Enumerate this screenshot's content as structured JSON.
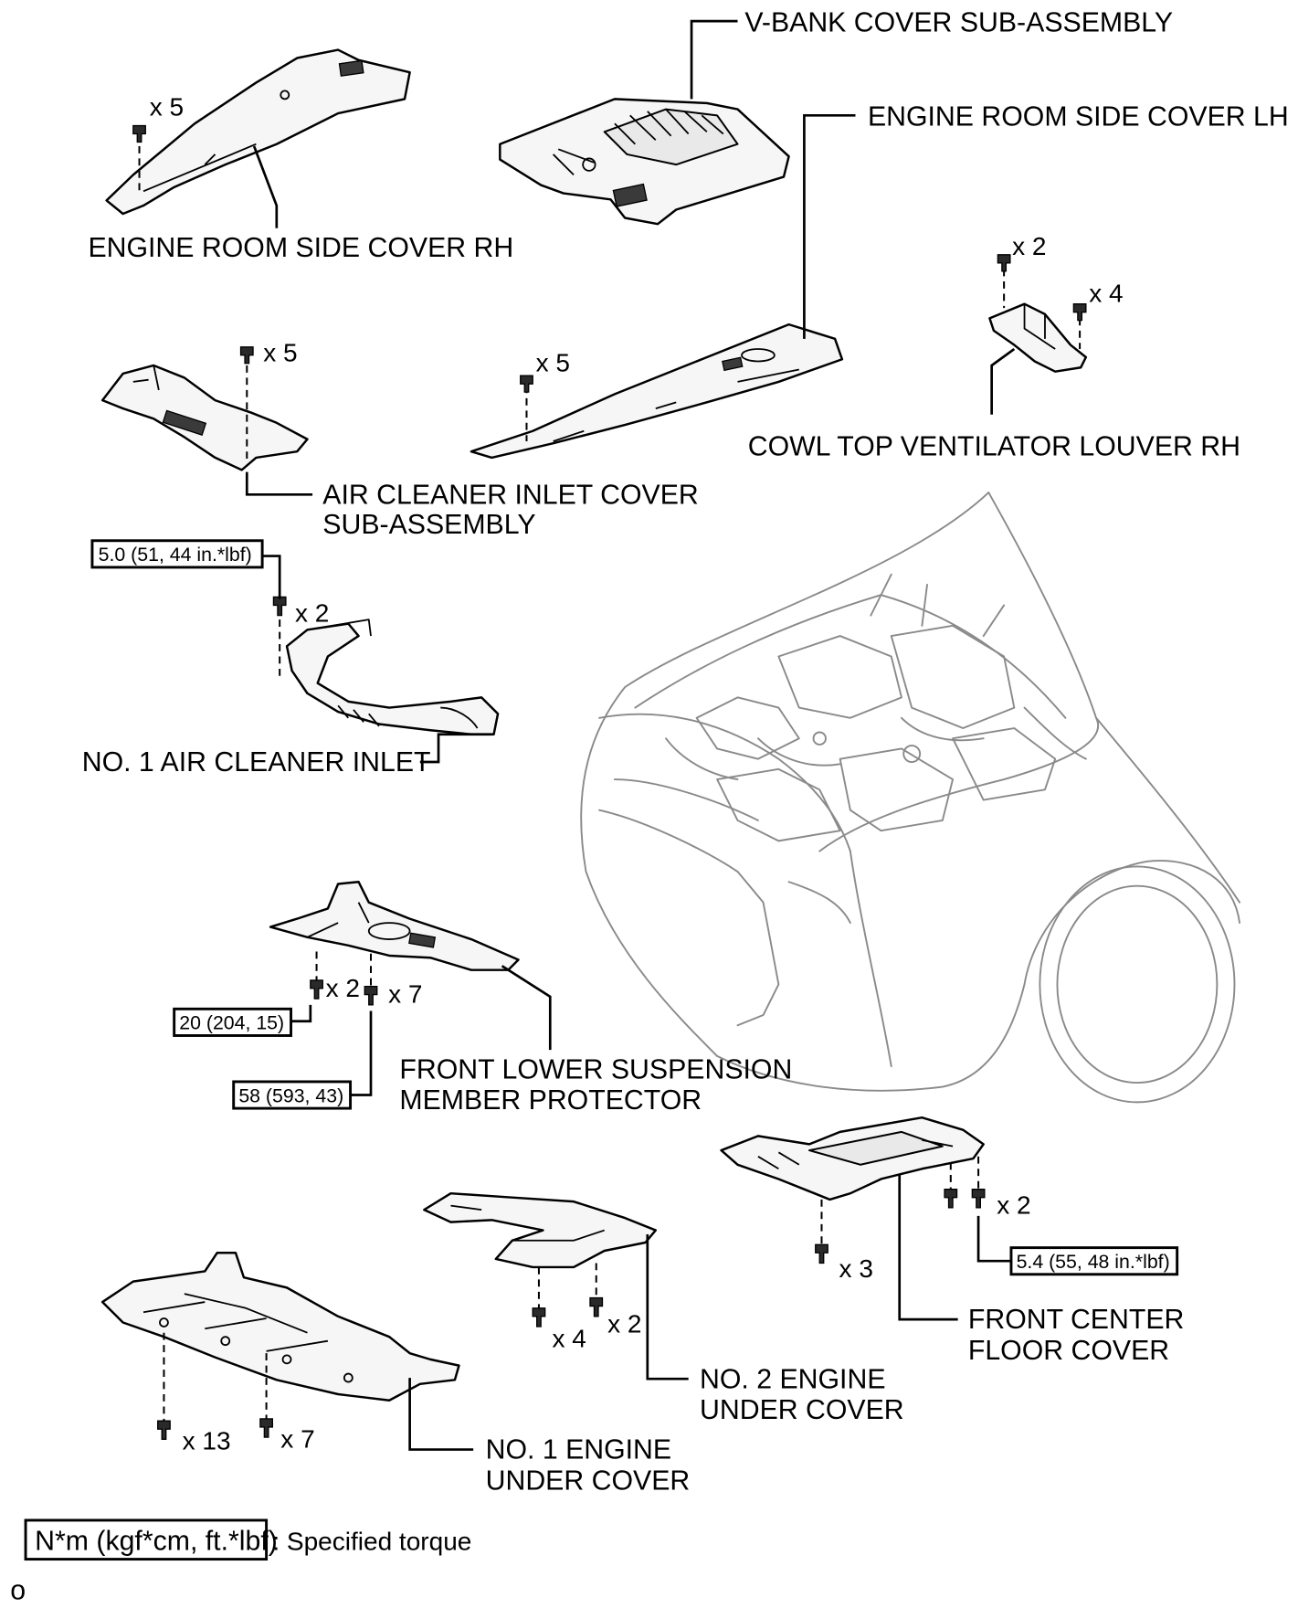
{
  "labels": {
    "v_bank_cover": "V-BANK COVER SUB-ASSEMBLY",
    "engine_room_side_cover_lh": "ENGINE ROOM SIDE COVER LH",
    "engine_room_side_cover_rh": "ENGINE ROOM SIDE COVER RH",
    "cowl_top_ventilator_louver_rh": "COWL TOP VENTILATOR LOUVER RH",
    "air_cleaner_inlet_cover_line1": "AIR CLEANER INLET COVER",
    "air_cleaner_inlet_cover_line2": "SUB-ASSEMBLY",
    "no1_air_cleaner_inlet": "NO. 1 AIR CLEANER INLET",
    "front_lower_suspension_line1": "FRONT LOWER SUSPENSION",
    "front_lower_suspension_line2": "MEMBER PROTECTOR",
    "front_center_floor_cover_line1": "FRONT CENTER",
    "front_center_floor_cover_line2": "FLOOR COVER",
    "no2_engine_under_cover_line1": "NO. 2 ENGINE",
    "no2_engine_under_cover_line2": "UNDER COVER",
    "no1_engine_under_cover_line1": "NO. 1 ENGINE",
    "no1_engine_under_cover_line2": "UNDER COVER"
  },
  "counts": {
    "rh_side_cover": "x 5",
    "lh_side_cover": "x 5",
    "cowl_upper": "x 2",
    "cowl_side": "x 4",
    "air_cleaner_cover": "x 5",
    "air_cleaner_inlet": "x 2",
    "suspension_protector_a": "x 2",
    "suspension_protector_b": "x 7",
    "center_floor_a": "x 2",
    "center_floor_b": "x 3",
    "no2_under_a": "x 4",
    "no2_under_b": "x 2",
    "no1_under_a": "x 13",
    "no1_under_b": "x 7"
  },
  "torques": {
    "air_cleaner_inlet": "5.0 (51, 44 in.*lbf)",
    "suspension_protector_a": "20 (204, 15)",
    "suspension_protector_b": "58 (593, 43)",
    "center_floor": "5.4 (55, 48 in.*lbf)"
  },
  "legend": {
    "box_text": "N*m (kgf*cm, ft.*lbf)",
    "description": ": Specified torque"
  },
  "figure_id": "o"
}
